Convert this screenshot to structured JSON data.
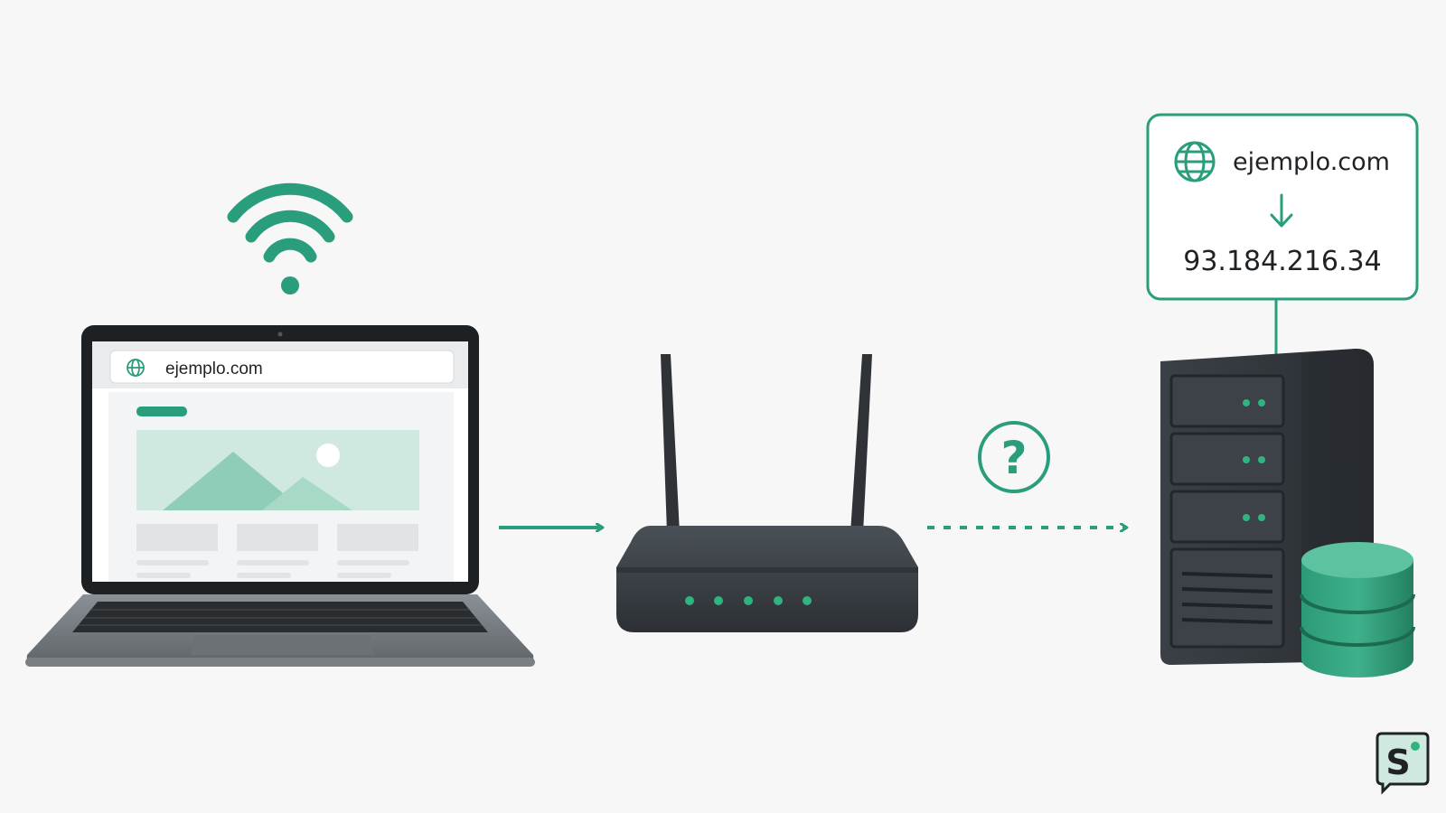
{
  "laptop": {
    "browser_url": "ejemplo.com",
    "wifi_icon": "wifi-icon",
    "globe_icon": "globe-icon"
  },
  "router": {
    "status_leds": 5,
    "led_color": "#2fb47f"
  },
  "query": {
    "question_icon": "question-mark-icon"
  },
  "dns_record": {
    "domain": "ejemplo.com",
    "ip": "93.184.216.34",
    "arrow_icon": "arrow-down-icon",
    "globe_icon": "globe-icon"
  },
  "server": {
    "rack_units": 3,
    "database_icon": "database-icon"
  },
  "logo": {
    "letter": "S"
  },
  "colors": {
    "accent": "#2a9d7c",
    "accent_light": "#cfe9e1",
    "device_dark": "#3a3f45",
    "background": "#f7f7f7"
  }
}
